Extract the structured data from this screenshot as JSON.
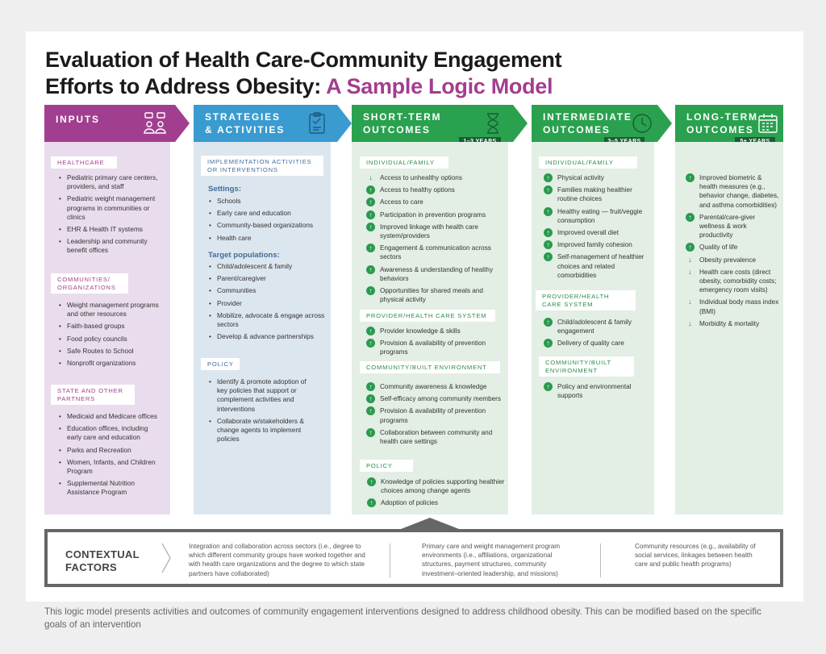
{
  "title": {
    "line1": "Evaluation of Health Care-Community Engagement",
    "line2_main": "Efforts to Address Obesity: ",
    "line2_accent": "A Sample Logic Model"
  },
  "colors": {
    "inputs": "#a23e8f",
    "strategies": "#3a9bd0",
    "short_term": "#2aa14f",
    "intermediate": "#2aa14f",
    "long_term": "#2aa14f",
    "years_badge": "#1a5c33",
    "context_border": "#666666"
  },
  "headers": {
    "inputs": {
      "label": "INPUTS",
      "icon": "people-network-icon"
    },
    "strategies": {
      "label1": "STRATEGIES",
      "label2": "& ACTIVITIES",
      "icon": "clipboard-icon"
    },
    "short_term": {
      "label1": "SHORT-TERM",
      "label2": "OUTCOMES",
      "icon": "hourglass-icon",
      "years": "1–3 YEARS"
    },
    "intermediate": {
      "label1": "INTERMEDIATE",
      "label2": "OUTCOMES",
      "icon": "clock-icon",
      "years": "3–5 YEARS"
    },
    "long_term": {
      "label1": "LONG-TERM",
      "label2": "OUTCOMES",
      "icon": "calendar-icon",
      "years": "5+ YEARS"
    }
  },
  "inputs": {
    "healthcare": {
      "title": "HEALTHCARE",
      "items": [
        "Pediatric primary care centers, providers, and staff",
        "Pediatric weight management programs in communities or clinics",
        "EHR & Health IT systems",
        "Leadership and community benefit offices"
      ]
    },
    "communities": {
      "title1": "COMMUNITIES/",
      "title2": "ORGANIZATIONS",
      "items": [
        "Weight management programs and other resources",
        "Faith-based groups",
        "Food policy councils",
        "Safe Routes to School",
        "Nonprofit organizations"
      ]
    },
    "state": {
      "title1": "STATE AND OTHER",
      "title2": "PARTNERS",
      "items": [
        "Medicaid and Medicare offices",
        "Education offices, including early care and education",
        "Parks and Recreation",
        "Women, Infants, and Children Program",
        "Supplemental Nutrition Assistance Program"
      ]
    }
  },
  "strategies": {
    "impl": {
      "title1": "IMPLEMENTATION ACTIVITIES",
      "title2": "OR INTERVENTIONS"
    },
    "settings": {
      "title": "Settings:",
      "items": [
        "Schools",
        "Early care and education",
        "Community-based organizations",
        "Health care"
      ]
    },
    "targets": {
      "title": "Target populations:",
      "items": [
        "Child/adolescent & family",
        "Parent/caregiver",
        "Communities",
        "Provider",
        "Mobilize, advocate & engage across sectors",
        "Develop & advance partnerships"
      ]
    },
    "policy": {
      "title": "POLICY",
      "items": [
        "Identify & promote adoption of key policies that support or complement activities and interventions",
        "Collaborate w/stakeholders & change agents to implement policies"
      ]
    }
  },
  "short_term": {
    "individual": {
      "title": "INDIVIDUAL/FAMILY",
      "items": [
        {
          "text": "Access to unhealthy options",
          "dir": "down"
        },
        {
          "text": "Access to healthy options",
          "dir": "up"
        },
        {
          "text": "Access to care",
          "dir": "up"
        },
        {
          "text": "Participation in prevention programs",
          "dir": "up"
        },
        {
          "text": "Improved linkage with health care system/providers",
          "dir": "up"
        },
        {
          "text": "Engagement & communication across sectors",
          "dir": "up"
        },
        {
          "text": "Awareness & understanding of healthy behaviors",
          "dir": "up"
        },
        {
          "text": "Opportunities for shared meals and physical activity",
          "dir": "up"
        }
      ]
    },
    "provider": {
      "title": "PROVIDER/HEALTH CARE SYSTEM",
      "items": [
        {
          "text": "Provider knowledge & skills",
          "dir": "up"
        },
        {
          "text": "Provision & availability of prevention programs",
          "dir": "up"
        }
      ]
    },
    "community": {
      "title": "COMMUNITY/BUILT ENVIRONMENT",
      "items": [
        {
          "text": "Community awareness & knowledge",
          "dir": "up"
        },
        {
          "text": "Self-efficacy among community members",
          "dir": "up"
        },
        {
          "text": "Provision & availability of prevention programs",
          "dir": "up"
        },
        {
          "text": "Collaboration between community and health care settings",
          "dir": "up"
        }
      ]
    },
    "policy": {
      "title": "POLICY",
      "items": [
        {
          "text": "Knowledge of policies supporting healthier choices among change agents",
          "dir": "up"
        },
        {
          "text": "Adoption of policies",
          "dir": "up"
        }
      ]
    }
  },
  "intermediate": {
    "individual": {
      "title": "INDIVIDUAL/FAMILY",
      "items": [
        {
          "text": "Physical activity",
          "dir": "up"
        },
        {
          "text": "Families making healthier routine choices",
          "dir": "up"
        },
        {
          "text": "Healthy eating — fruit/veggie consumption",
          "dir": "up"
        },
        {
          "text": "Improved overall diet",
          "dir": "up"
        },
        {
          "text": "Improved family cohesion",
          "dir": "up"
        },
        {
          "text": "Self-management of healthier choices and related comorbidities",
          "dir": "up"
        }
      ]
    },
    "provider": {
      "title1": "PROVIDER/HEALTH",
      "title2": "CARE SYSTEM",
      "items": [
        {
          "text": "Child/adolescent & family engagement",
          "dir": "up"
        },
        {
          "text": "Delivery of quality care",
          "dir": "up"
        }
      ]
    },
    "community": {
      "title1": "COMMUNITY/BUILT",
      "title2": "ENVIRONMENT",
      "items": [
        {
          "text": "Policy and environmental supports",
          "dir": "up"
        }
      ]
    }
  },
  "long_term": {
    "items": [
      {
        "text": "Improved biometric & health measures (e.g., behavior change, diabetes, and asthma comorbidities)",
        "dir": "up"
      },
      {
        "text": "Parental/care-giver wellness & work productivity",
        "dir": "up"
      },
      {
        "text": "Quality of life",
        "dir": "up"
      },
      {
        "text": "Obesity prevalence",
        "dir": "down"
      },
      {
        "text": "Health care costs (direct obesity, comorbidity costs; emergency room visits)",
        "dir": "down"
      },
      {
        "text": "Individual body mass index (BMI)",
        "dir": "down"
      },
      {
        "text": "Morbidity & mortality",
        "dir": "down"
      }
    ]
  },
  "context": {
    "title1": "CONTEXTUAL",
    "title2": "FACTORS",
    "t1": "Integration and collaboration across sectors (i.e., degree to which different community groups have worked together and with health care organizations and the degree to which state partners have collaborated)",
    "t2": "Primary care and weight management program environments (i.e., affiliations, organizational structures, payment structures, community investment–oriented leadership, and missions)",
    "t3": "Community resources (e.g., availability of social services, linkages between health care and public health programs)"
  },
  "footer": "This logic model presents activities and outcomes of community engagement interventions designed to address childhood obesity. This can be modified based on the specific goals of an intervention"
}
